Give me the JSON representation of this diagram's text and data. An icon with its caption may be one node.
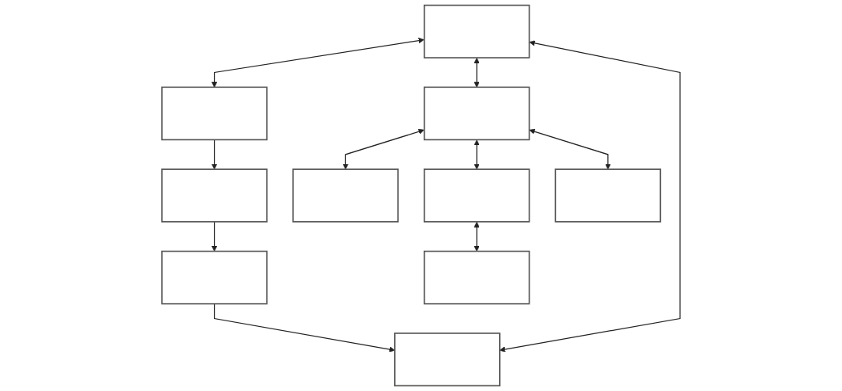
{
  "diagram": {
    "nodes": [
      {
        "text": [],
        "shape": "box"
      },
      {
        "text": [],
        "shape": "box"
      },
      {
        "text": [],
        "shape": "box"
      },
      {
        "text": [],
        "shape": "box"
      },
      {
        "text": [],
        "shape": "box"
      },
      {
        "text": [],
        "shape": "box"
      },
      {
        "text": [],
        "shape": "box"
      },
      {
        "text": [],
        "shape": "box"
      },
      {
        "text": [],
        "shape": "box"
      },
      {
        "text": [],
        "shape": "box"
      }
    ],
    "edges": [
      {
        "from": 0,
        "to": 1,
        "arrow": "both"
      },
      {
        "from": 1,
        "to": 2,
        "arrow": "to"
      },
      {
        "from": 2,
        "to": 3,
        "arrow": "to"
      },
      {
        "from": 3,
        "to": 4,
        "arrow": "to"
      },
      {
        "from": 0,
        "to": 4,
        "arrow": "both"
      },
      {
        "from": 0,
        "to": 5,
        "arrow": "both"
      },
      {
        "from": 5,
        "to": 6,
        "arrow": "both"
      },
      {
        "from": 5,
        "to": 7,
        "arrow": "both"
      },
      {
        "from": 5,
        "to": 8,
        "arrow": "both"
      },
      {
        "from": 7,
        "to": 9,
        "arrow": "both"
      }
    ]
  }
}
